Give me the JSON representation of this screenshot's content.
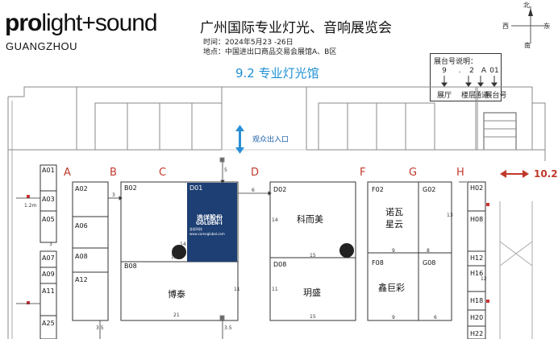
{
  "header": {
    "logo_bold": "pro",
    "logo_rest": "light+sound",
    "logo_city": "GUANGZHOU",
    "title": "广州国际专业灯光、音响展览会",
    "time_line": "时间：2024年5月23 -26日",
    "place_line": "地点：中国进出口商品交易会展馆A、B区"
  },
  "hall_title": "9.2 专业灯光馆",
  "legend": {
    "title": "展台号说明：",
    "codes": [
      "9",
      ".",
      "2",
      "A",
      "01"
    ],
    "labels": [
      "展厅",
      "楼层",
      "通道",
      "展台号"
    ]
  },
  "compass": {
    "north": "北",
    "south": "南",
    "west": "西",
    "east": "东"
  },
  "exit_label": "观众出入口",
  "aisles": [
    "A",
    "B",
    "C",
    "D",
    "F",
    "G",
    "H"
  ],
  "direction_label": "10.2",
  "booths": {
    "a01": "A01",
    "a03": "A03",
    "a05": "A05",
    "a07": "A07",
    "a09": "A09",
    "a11": "A11",
    "a25": "A25",
    "a02": "A02",
    "a06": "A06",
    "a08": "A08",
    "a12": "A12",
    "b02": "B02",
    "b08": "B08",
    "d01": "D01",
    "d02": "D02",
    "d08": "D08",
    "f02": "F02",
    "f08": "F08",
    "g02": "G02",
    "g08": "G08",
    "h02": "H02",
    "h08": "H08",
    "h12": "H12",
    "h16": "H16",
    "h18": "H18",
    "h20": "H20",
    "h22": "H22"
  },
  "exhibitors": {
    "bo_tai": "博泰",
    "ke_er_mei": "科而美",
    "ming_sheng": "玥盛",
    "nuo_wa": "诺瓦",
    "xing_yun": "星云",
    "xin_ju_cai": "鑫巨彩"
  },
  "sponsor": {
    "label": "D01",
    "name_cn": "选详股份",
    "name_en": "GOLDEN-I",
    "url": "金彩科技 www.cameglobal.com"
  },
  "dims": {
    "n12": "12",
    "n14": "14",
    "n6": "6",
    "n3": "3",
    "n3b": "3",
    "n5": "5",
    "n21": "21",
    "n35a": "3.5",
    "n35b": "3.5",
    "n15a": "15",
    "n15b": "15",
    "n11a": "11",
    "n11b": "11",
    "n14b": "14",
    "n9a": "9",
    "n9b": "9",
    "n13": "13",
    "n8": "8",
    "n6b": "6",
    "n12h": "12",
    "n1_2": "1.2m"
  },
  "colors": {
    "accent_blue": "#1e90d6",
    "aisle_red": "#c0392b",
    "sponsor_navy": "#1d3f73"
  }
}
